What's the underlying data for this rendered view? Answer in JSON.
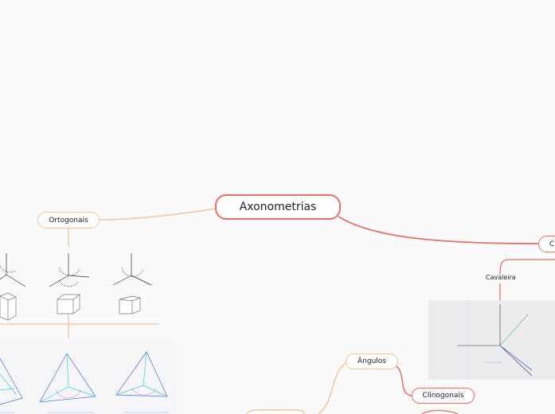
{
  "mindmap": {
    "root": "Axonometrias",
    "nodes": {
      "ortogonais": "Ortogonais",
      "angulos": "Ângulos",
      "clinogonais": "Clinogonais",
      "c_right": "C",
      "cavaleira": "Cavaleira"
    }
  },
  "colors": {
    "primary_branch": "#e5706a",
    "secondary_branch": "#f3c4a0",
    "background": "#fafafa"
  }
}
